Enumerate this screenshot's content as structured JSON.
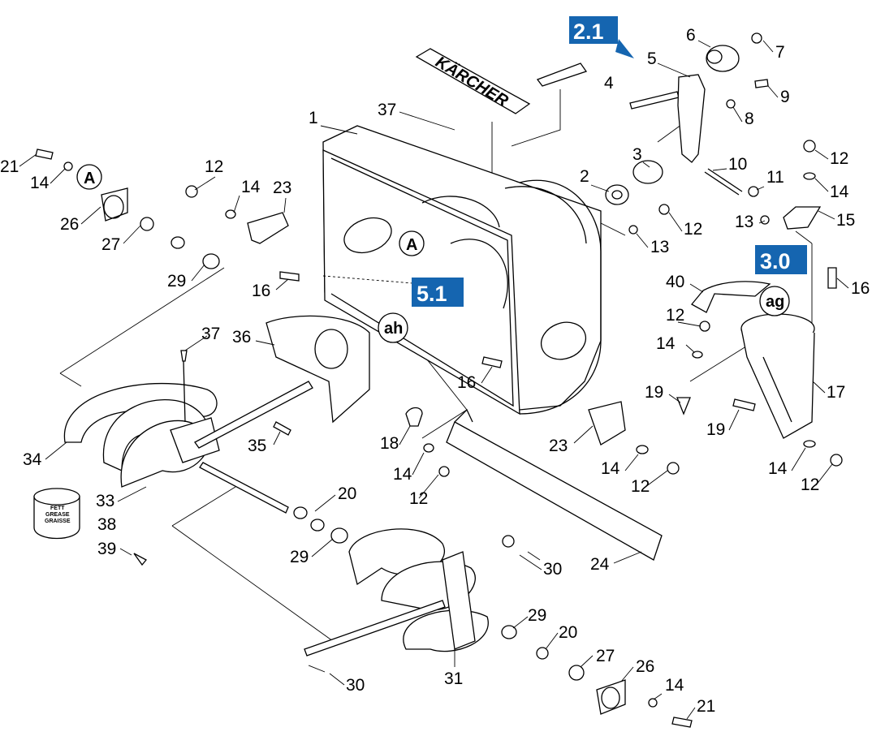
{
  "diagram": {
    "brand": "KÄRCHER",
    "grease_can": [
      "FETT",
      "GREASE",
      "GRAISSE"
    ],
    "reference_boxes": [
      "2.1",
      "3.0",
      "5.1"
    ],
    "detail_markers": [
      "A",
      "A",
      "ah",
      "ag"
    ],
    "box_color": "#1565b0",
    "callouts": [
      "1",
      "2",
      "3",
      "4",
      "5",
      "6",
      "7",
      "8",
      "9",
      "10",
      "11",
      "12",
      "12",
      "12",
      "12",
      "12",
      "12",
      "12",
      "13",
      "13",
      "14",
      "14",
      "14",
      "14",
      "14",
      "14",
      "14",
      "14",
      "15",
      "16",
      "16",
      "16",
      "17",
      "18",
      "19",
      "19",
      "20",
      "20",
      "21",
      "21",
      "23",
      "23",
      "24",
      "26",
      "26",
      "27",
      "27",
      "29",
      "29",
      "29",
      "30",
      "30",
      "31",
      "33",
      "34",
      "35",
      "36",
      "37",
      "37",
      "38",
      "39",
      "40"
    ]
  }
}
